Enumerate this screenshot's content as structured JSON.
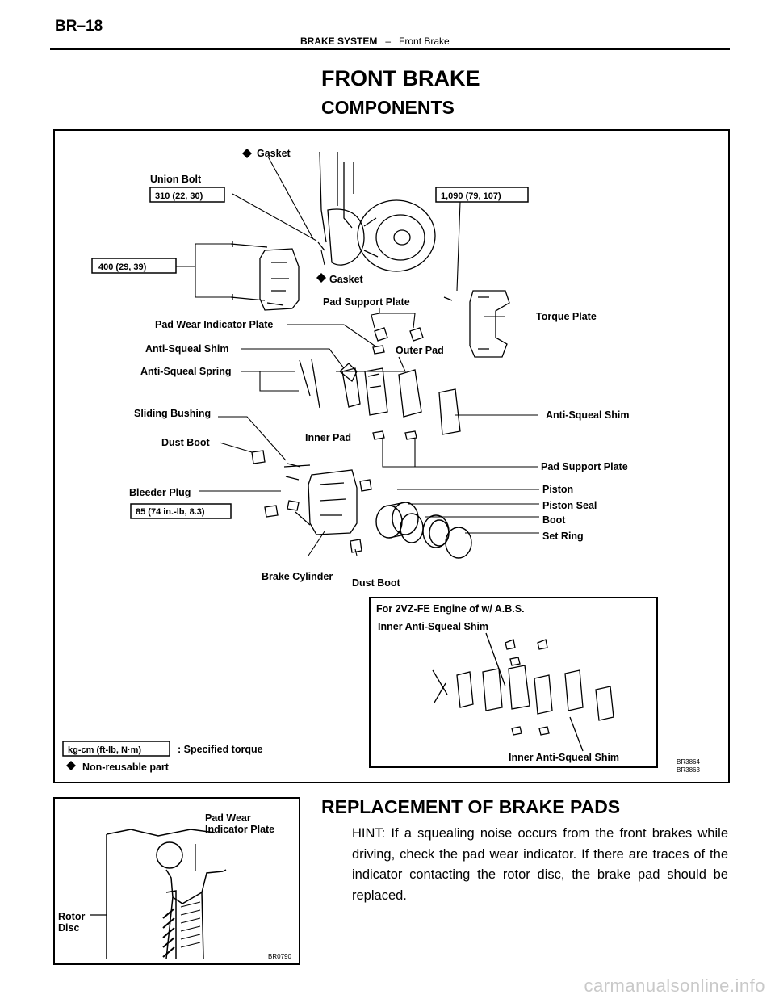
{
  "header": {
    "page_number": "BR–18",
    "section": "BRAKE SYSTEM",
    "dash": "–",
    "subsection": "Front Brake"
  },
  "title": "FRONT BRAKE",
  "subtitle": "COMPONENTS",
  "components_figure": {
    "labels": {
      "gasket_top": "Gasket",
      "union_bolt": "Union Bolt",
      "torque_union": "310 (22, 30)",
      "torque_caliper": "400 (29, 39)",
      "torque_torque_plate": "1,090 (79, 107)",
      "gasket_lower": "Gasket",
      "pad_support_plate_top": "Pad Support Plate",
      "torque_plate": "Torque Plate",
      "pad_wear_indicator_plate": "Pad Wear Indicator Plate",
      "anti_squeal_shim_left": "Anti-Squeal Shim",
      "outer_pad": "Outer Pad",
      "anti_squeal_spring": "Anti-Squeal Spring",
      "anti_squeal_shim_right": "Anti-Squeal Shim",
      "sliding_bushing": "Sliding Bushing",
      "inner_pad": "Inner Pad",
      "dust_boot_left": "Dust Boot",
      "pad_support_plate_bottom": "Pad Support Plate",
      "bleeder_plug": "Bleeder Plug",
      "torque_bleeder": "85 (74 in.-lb, 8.3)",
      "piston": "Piston",
      "piston_seal": "Piston Seal",
      "boot": "Boot",
      "set_ring": "Set Ring",
      "brake_cylinder": "Brake Cylinder",
      "dust_boot_bottom": "Dust Boot"
    },
    "inset": {
      "title": "For 2VZ-FE Engine of w/ A.B.S.",
      "inner_shim_top": "Inner Anti-Squeal Shim",
      "inner_shim_bottom": "Inner Anti-Squeal Shim"
    },
    "legend": {
      "unit_box": "kg-cm (ft-lb, N·m)",
      "specified": ": Specified torque",
      "non_reusable": "Non-reusable part"
    },
    "codes": [
      "BR3864",
      "BR3863"
    ]
  },
  "section2": {
    "heading": "REPLACEMENT OF BRAKE PADS",
    "hint": "HINT: If a squealing noise occurs from the front brakes while driving, check the pad wear indicator. If there are traces of the indicator contacting the rotor disc, the brake pad should be replaced."
  },
  "indicator_figure": {
    "pad_wear_line1": "Pad Wear",
    "pad_wear_line2": "Indicator Plate",
    "rotor_line1": "Rotor",
    "rotor_line2": "Disc",
    "code": "BR0790"
  },
  "watermark": "carmanualsonline.info"
}
